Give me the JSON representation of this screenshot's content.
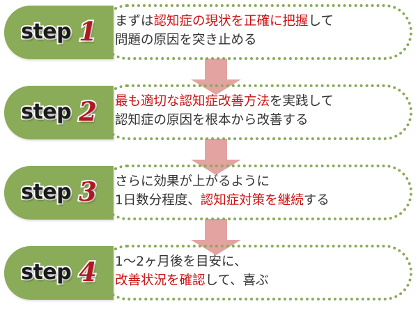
{
  "diagram": {
    "title": "4-step process flow",
    "colors": {
      "badge_green": "#8aab58",
      "dot_border_green": "#8aab58",
      "highlight_red": "#cc1111",
      "number_red": "#b01820",
      "arrow_salmon": "#e2a3a1",
      "text_gray": "#333333"
    },
    "steps": [
      {
        "badge_word": "step",
        "badge_number": "1",
        "line1_plain_before": "まずは",
        "line1_highlight": "認知症の現状を正確に把握",
        "line1_plain_after": "して",
        "line2_plain_before": "問題の原因を突き止める",
        "line2_highlight": "",
        "line2_plain_after": ""
      },
      {
        "badge_word": "step",
        "badge_number": "2",
        "line1_plain_before": "",
        "line1_highlight": "最も適切な認知症改善方法",
        "line1_plain_after": "を実践して",
        "line2_plain_before": "認知症の原因を根本から改善する",
        "line2_highlight": "",
        "line2_plain_after": ""
      },
      {
        "badge_word": "step",
        "badge_number": "3",
        "line1_plain_before": "さらに効果が上がるように",
        "line1_highlight": "",
        "line1_plain_after": "",
        "line2_plain_before": "1日数分程度、",
        "line2_highlight": "認知症対策を継続",
        "line2_plain_after": "する"
      },
      {
        "badge_word": "step",
        "badge_number": "4",
        "line1_plain_before": "1〜2ヶ月後を目安に、",
        "line1_highlight": "",
        "line1_plain_after": "",
        "line2_plain_before": "",
        "line2_highlight": "改善状況を確認",
        "line2_plain_after": "して、喜ぶ"
      }
    ],
    "connectors": [
      {
        "name": "arrow-step1-to-step2"
      },
      {
        "name": "arrow-step2-to-step3"
      },
      {
        "name": "arrow-step3-to-step4"
      }
    ]
  }
}
